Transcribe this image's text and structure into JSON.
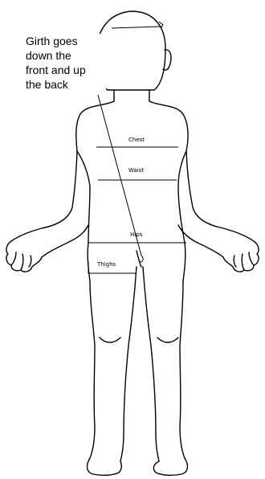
{
  "annotation": {
    "lines": [
      "Girth goes",
      "down the",
      "front and up",
      "the back"
    ]
  },
  "labels": {
    "chest": "Chest",
    "waist": "Waist",
    "hips": "Hips",
    "thighs": "Thighs"
  },
  "colors": {
    "ink": "#000000",
    "background": "#ffffff"
  }
}
